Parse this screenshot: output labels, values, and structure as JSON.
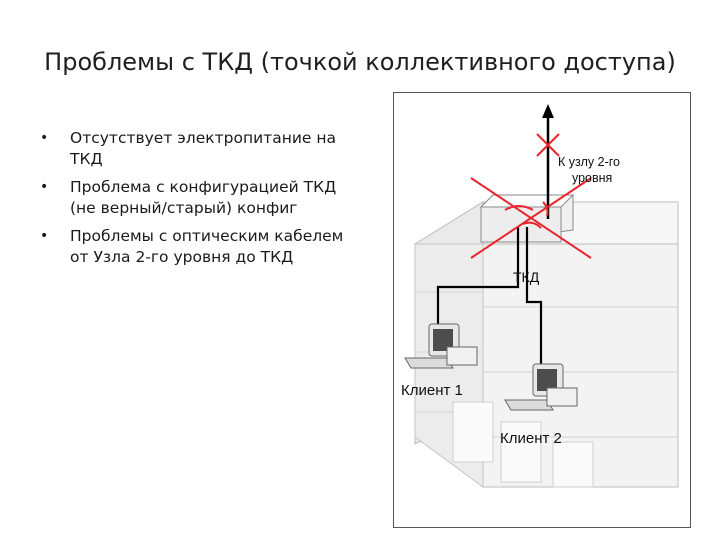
{
  "title": "Проблемы с ТКД (точкой коллективного доступа)",
  "bullets": [
    "Отсутствует электропитание на ТКД",
    "Проблема с конфигурацией ТКД (не верный/старый) конфиг",
    "Проблемы с оптическим кабелем от Узла 2-го уровня до ТКД"
  ],
  "bullet_glyph": "•",
  "diagram": {
    "uplink_label_line1": "К узлу 2-го",
    "uplink_label_line2": "уровня",
    "device_label": "ТКД",
    "client1_label": "Клиент 1",
    "client2_label": "Клиент 2"
  },
  "colors": {
    "fault_mark": "#e8242c",
    "link": "#000000",
    "building": "#f2f2f2"
  }
}
